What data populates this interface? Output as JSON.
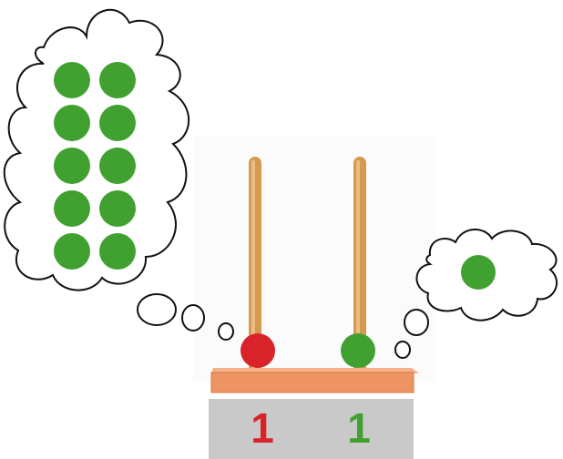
{
  "abacus": {
    "tens_column": {
      "value": "1",
      "bead_color": "#d8232a",
      "digit_color": "#d8232a"
    },
    "ones_column": {
      "value": "1",
      "bead_color": "#41a130",
      "digit_color": "#41a130"
    },
    "rod_color": "#d49a52",
    "base_color": "#ee9463",
    "label_panel_color": "#c9c9c9"
  },
  "thought_bubbles": {
    "tens_bubble": {
      "dot_count": 10,
      "dot_color": "#41a130"
    },
    "ones_bubble": {
      "dot_count": 1,
      "dot_color": "#41a130"
    }
  }
}
